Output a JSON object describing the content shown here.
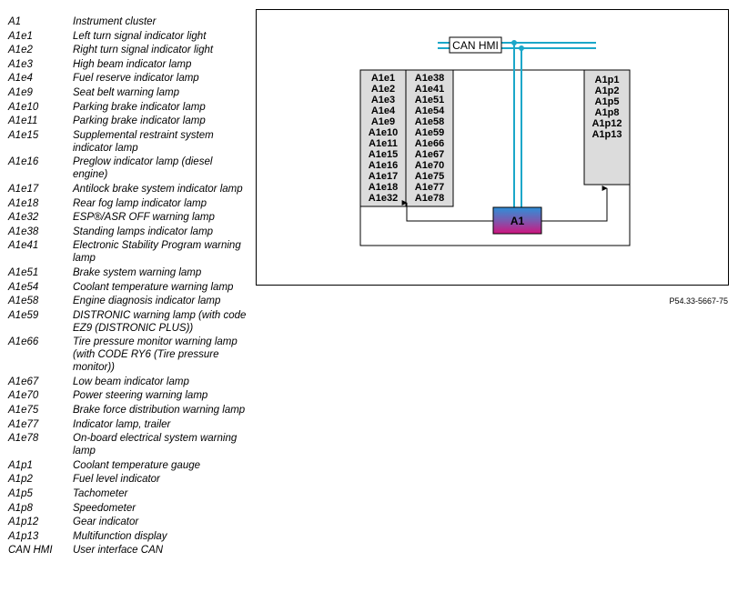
{
  "legend": [
    {
      "code": "A1",
      "desc": "Instrument cluster"
    },
    {
      "code": "A1e1",
      "desc": "Left turn signal indicator light"
    },
    {
      "code": "A1e2",
      "desc": "Right turn signal indicator light"
    },
    {
      "code": "A1e3",
      "desc": "High beam indicator lamp"
    },
    {
      "code": "A1e4",
      "desc": "Fuel reserve indicator lamp"
    },
    {
      "code": "A1e9",
      "desc": "Seat belt warning lamp"
    },
    {
      "code": "A1e10",
      "desc": "Parking brake indicator lamp"
    },
    {
      "code": "A1e11",
      "desc": "Parking brake indicator lamp"
    },
    {
      "code": "A1e15",
      "desc": "Supplemental restraint system indicator lamp"
    },
    {
      "code": "A1e16",
      "desc": "Preglow indicator lamp (diesel engine)"
    },
    {
      "code": "A1e17",
      "desc": "Antilock brake system indicator lamp"
    },
    {
      "code": "A1e18",
      "desc": "Rear fog lamp indicator lamp"
    },
    {
      "code": "A1e32",
      "desc": "ESP®/ASR OFF warning lamp"
    },
    {
      "code": "A1e38",
      "desc": "Standing lamps indicator lamp"
    },
    {
      "code": "A1e41",
      "desc": "Electronic Stability Program warning lamp"
    },
    {
      "code": "A1e51",
      "desc": "Brake system warning lamp"
    },
    {
      "code": "A1e54",
      "desc": "Coolant temperature warning lamp"
    },
    {
      "code": "A1e58",
      "desc": "Engine diagnosis indicator lamp"
    },
    {
      "code": "A1e59",
      "desc": "DISTRONIC warning lamp (with code EZ9 (DISTRONIC PLUS))"
    },
    {
      "code": "A1e66",
      "desc": "Tire pressure monitor warning lamp (with CODE RY6 (Tire pressure monitor))"
    },
    {
      "code": "A1e67",
      "desc": "Low beam indicator lamp"
    },
    {
      "code": "A1e70",
      "desc": "Power steering warning lamp"
    },
    {
      "code": "A1e75",
      "desc": "Brake force distribution warning lamp"
    },
    {
      "code": "A1e77",
      "desc": "Indicator lamp, trailer"
    },
    {
      "code": "A1e78",
      "desc": "On-board electrical system warning lamp"
    },
    {
      "code": "A1p1",
      "desc": "Coolant temperature gauge"
    },
    {
      "code": "A1p2",
      "desc": "Fuel level indicator"
    },
    {
      "code": "A1p5",
      "desc": "Tachometer"
    },
    {
      "code": "A1p8",
      "desc": "Speedometer"
    },
    {
      "code": "A1p12",
      "desc": "Gear indicator"
    },
    {
      "code": "A1p13",
      "desc": "Multifunction display"
    },
    {
      "code": "CAN HMI",
      "desc": "User interface CAN"
    }
  ],
  "diagram": {
    "bus_label": "CAN HMI",
    "module_label": "A1",
    "left_column": [
      "A1e1",
      "A1e2",
      "A1e3",
      "A1e4",
      "A1e9",
      "A1e10",
      "A1e11",
      "A1e15",
      "A1e16",
      "A1e17",
      "A1e18",
      "A1e32"
    ],
    "middle_column": [
      "A1e38",
      "A1e41",
      "A1e51",
      "A1e54",
      "A1e58",
      "A1e59",
      "A1e66",
      "A1e67",
      "A1e70",
      "A1e75",
      "A1e77",
      "A1e78"
    ],
    "right_column": [
      "A1p1",
      "A1p2",
      "A1p5",
      "A1p8",
      "A1p12",
      "A1p13"
    ],
    "colors": {
      "bus": "#1ba7c9",
      "box": "#dcdcdc",
      "module_top": "#2e8fd8",
      "module_bottom": "#d0147e"
    }
  },
  "reference": "P54.33-5667-75"
}
